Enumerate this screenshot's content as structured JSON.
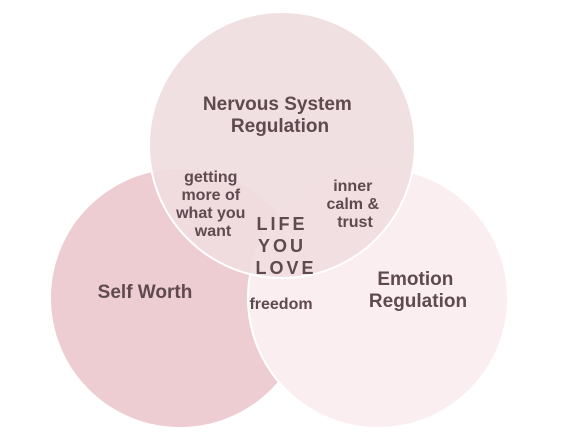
{
  "colors": {
    "circle_top_fill": "#f0dde0",
    "circle_left_fill": "#eecdd2",
    "circle_right_fill": "#fbeef0",
    "circle_stroke": "#ffffff",
    "text": "#5e4a4f"
  },
  "circles": {
    "top": {
      "lines": [
        "Nervous System",
        "Regulation"
      ]
    },
    "left": {
      "lines": [
        "Self Worth"
      ]
    },
    "right": {
      "lines": [
        "Emotion",
        "Regulation"
      ]
    }
  },
  "overlaps": {
    "top_left": {
      "lines": [
        "getting",
        "more of",
        "what you",
        "want"
      ]
    },
    "top_right": {
      "lines": [
        "inner",
        "calm &",
        "trust"
      ]
    },
    "left_right": {
      "lines": [
        "freedom"
      ]
    }
  },
  "center": {
    "lines": [
      "LIFE",
      "YOU",
      "LOVE"
    ]
  }
}
